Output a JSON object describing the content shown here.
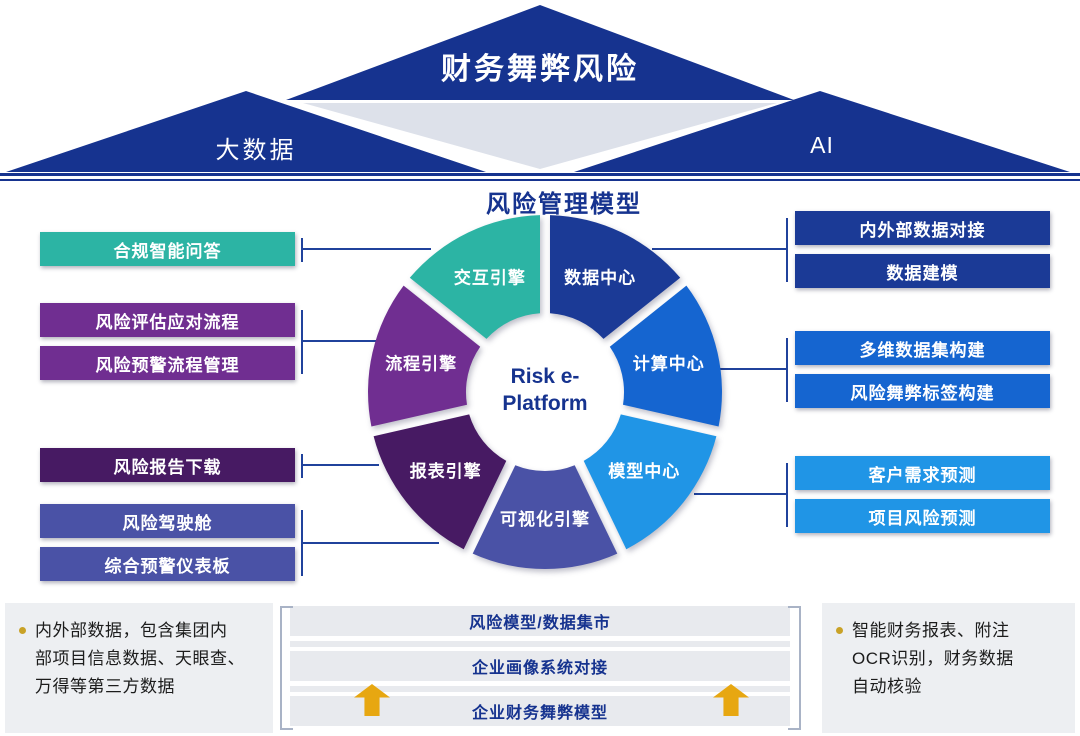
{
  "pyramid": {
    "main_label": "财务舞弊风险",
    "left_label": "大数据",
    "right_label": "AI",
    "navy": "#16338f",
    "reflection": "#dde1ea"
  },
  "model": {
    "title": "风险管理模型",
    "center_line1": "Risk e-",
    "center_line2": "Platform",
    "segments": [
      {
        "label": "数据中心",
        "color": "#1b3a96"
      },
      {
        "label": "计算中心",
        "color": "#1565d0"
      },
      {
        "label": "模型中心",
        "color": "#2095e6"
      },
      {
        "label": "可视化引擎",
        "color": "#4a52a6"
      },
      {
        "label": "报表引擎",
        "color": "#471a63"
      },
      {
        "label": "流程引擎",
        "color": "#702e91"
      },
      {
        "label": "交互引擎",
        "color": "#2cb4a4"
      }
    ]
  },
  "left_boxes": [
    {
      "label": "合规智能问答",
      "color": "#2cb4a4"
    },
    {
      "label": "风险评估应对流程",
      "color": "#702e91"
    },
    {
      "label": "风险预警流程管理",
      "color": "#702e91"
    },
    {
      "label": "风险报告下载",
      "color": "#471a63"
    },
    {
      "label": "风险驾驶舱",
      "color": "#4a52a6"
    },
    {
      "label": "综合预警仪表板",
      "color": "#4a52a6"
    }
  ],
  "right_boxes": [
    {
      "label": "内外部数据对接",
      "color": "#1b3a96"
    },
    {
      "label": "数据建模",
      "color": "#1b3a96"
    },
    {
      "label": "多维数据集构建",
      "color": "#1565d0"
    },
    {
      "label": "风险舞弊标签构建",
      "color": "#1565d0"
    },
    {
      "label": "客户需求预测",
      "color": "#2095e6"
    },
    {
      "label": "项目风险预测",
      "color": "#2095e6"
    }
  ],
  "bottom": {
    "left_note_lines": [
      "内外部数据，包含集团内",
      "部项目信息数据、天眼查、",
      "万得等第三方数据"
    ],
    "right_note_lines": [
      "智能财务报表、附注",
      "OCR识别，财务数据",
      "自动核验"
    ],
    "bars": [
      "风险模型/数据集市",
      "企业画像系统对接",
      "企业财务舞弊模型"
    ],
    "gold": "#e7a711",
    "bullet": "#c9a227",
    "panel_bg": "#edeff2",
    "bar_bg": "#e8eaee"
  },
  "colors": {
    "navy": "#16338f",
    "line": "#20429c",
    "bracket": "#a9b3c6"
  }
}
